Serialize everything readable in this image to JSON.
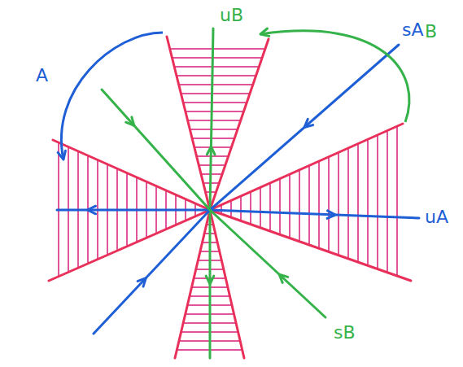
{
  "diagram": {
    "labels": [
      "uB",
      "B",
      "sA",
      "A",
      "uA",
      "sB"
    ]
  }
}
